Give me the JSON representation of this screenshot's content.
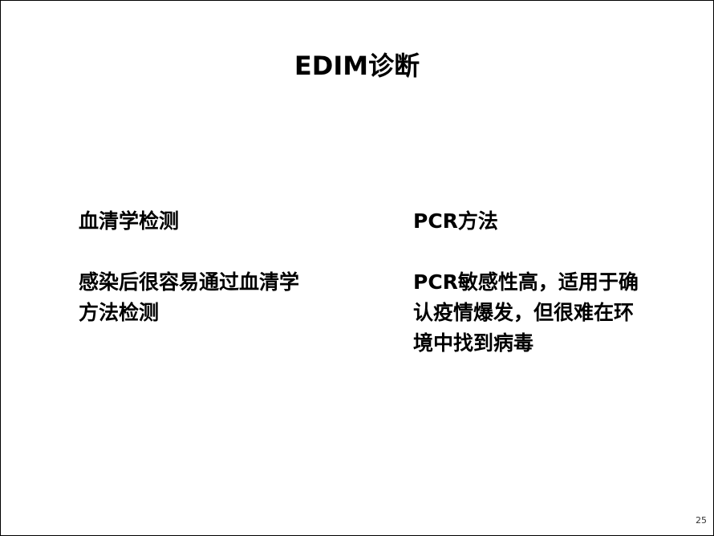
{
  "slide": {
    "title": "EDIM诊断",
    "page_number": "25"
  },
  "left_column": {
    "heading": "血清学检测",
    "body_lines": [
      "感染后很容易通过血清学",
      "方法检测"
    ]
  },
  "right_column": {
    "heading": "PCR方法",
    "body_lines": [
      "PCR敏感性高，适用于确",
      "认疫情爆发，但很难在环",
      "境中找到病毒"
    ]
  }
}
